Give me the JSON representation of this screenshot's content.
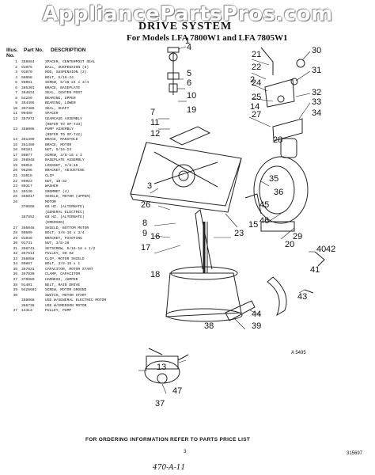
{
  "watermark": "AppliancePartsPros.com",
  "title": "DRIVE SYSTEM",
  "subtitle": "For Models LFA 7800W1 and LFA 7805W1",
  "legend_header": {
    "no": "Illus. No.",
    "part": "Part No.",
    "desc": "DESCRIPTION"
  },
  "legend": [
    {
      "n": "1",
      "p": "358884",
      "d": "SPACER, CENTERPOST SEAL"
    },
    {
      "n": "2",
      "p": "91075",
      "d": "BALL, SUSPENSION (6)"
    },
    {
      "n": "3",
      "p": "91070",
      "d": "ROD, SUSPENSION (3)"
    },
    {
      "n": "4",
      "p": "98068",
      "d": "BOLT, 5/16-24"
    },
    {
      "n": "5",
      "p": "98061",
      "d": "SCREW, 5/16-24 x 3/4"
    },
    {
      "n": "6",
      "p": "385301",
      "d": "BRACE, BASEPLATE"
    },
    {
      "n": "7",
      "p": "384934",
      "d": "SEAL, CENTER POST"
    },
    {
      "n": "8",
      "p": "54259",
      "d": "BEARING, UPPER"
    },
    {
      "n": "9",
      "p": "354495",
      "d": "BEARING, LOWER"
    },
    {
      "n": "10",
      "p": "357489",
      "d": "SEAL, SHAFT"
    },
    {
      "n": "11",
      "p": "90499",
      "d": "SPACER"
    },
    {
      "n": "12",
      "p": "357972",
      "d": "GEARCASE ASSEMBLY"
    },
    {
      "n": "",
      "p": "",
      "d": "(REFER TO SP-743)"
    },
    {
      "n": "13",
      "p": "358006",
      "d": "PUMP ASSEMBLY"
    },
    {
      "n": "",
      "p": "",
      "d": "(REFER TO SP-742)"
    },
    {
      "n": "14",
      "p": "351390",
      "d": "BRACE, MANIFOLD"
    },
    {
      "n": "15",
      "p": "351499",
      "d": "BRACE, MOTOR"
    },
    {
      "n": "16",
      "p": "98101",
      "d": "NUT, 5/16-24"
    },
    {
      "n": "17",
      "p": "90877",
      "d": "SCREW, 3/8-16 x 2"
    },
    {
      "n": "18",
      "p": "358948",
      "d": "BASEPLATE ASSEMBLY"
    },
    {
      "n": "19",
      "p": "96016",
      "d": "LOCKNUT, 3/8-16"
    },
    {
      "n": "20",
      "p": "96296",
      "d": "BRACKET, ADJUSTING"
    },
    {
      "n": "21",
      "p": "34015",
      "d": "CLIP"
    },
    {
      "n": "22",
      "p": "96023",
      "d": "NUT, 10-32"
    },
    {
      "n": "23",
      "p": "90317",
      "d": "WASHER"
    },
    {
      "n": "24",
      "p": "39130",
      "d": "GROMMET (4)"
    },
    {
      "n": "25",
      "p": "356017",
      "d": "SHIELD, MOTOR (UPPER)"
    },
    {
      "n": "26",
      "p": "",
      "d": "MOTOR"
    },
    {
      "n": "",
      "p": "370658",
      "d": "60 HZ. (ALTERNATE)"
    },
    {
      "n": "",
      "p": "",
      "d": "(GENERAL ELECTRIC)"
    },
    {
      "n": "",
      "p": "387852",
      "d": "60 HZ. (ALTERNATE)"
    },
    {
      "n": "",
      "p": "",
      "d": "(EMERSON)"
    },
    {
      "n": "27",
      "p": "356046",
      "d": "SHIELD, BOTTOM MOTOR"
    },
    {
      "n": "28",
      "p": "90509",
      "d": "BOLT, 3/8-16 x 3/4"
    },
    {
      "n": "29",
      "p": "91049",
      "d": "BRACKET, PIVOTING"
    },
    {
      "n": "30",
      "p": "91731",
      "d": "NUT, 3/8-16"
    },
    {
      "n": "31",
      "p": "358741",
      "d": "SETSCREW, 5/16-18 x 1/2"
    },
    {
      "n": "32",
      "p": "357514",
      "d": "PULLEY, 60 HZ"
    },
    {
      "n": "33",
      "p": "356058",
      "d": "CLIP, MOTOR SHIELD"
    },
    {
      "n": "34",
      "p": "90867",
      "d": "BOLT, 3/8-16 x 1"
    },
    {
      "n": "35",
      "p": "357031",
      "d": "CAPACITOR, MOTOR START"
    },
    {
      "n": "36",
      "p": "357030",
      "d": "CLAMP, CAPACITOR"
    },
    {
      "n": "37",
      "p": "370989",
      "d": "HARNESS, JUMPER"
    },
    {
      "n": "38",
      "p": "91401",
      "d": "BELT, MAIN DRIVE"
    },
    {
      "n": "39",
      "p": "9420601",
      "d": "SCREW, MOTOR GROUND"
    },
    {
      "n": "40",
      "p": "",
      "d": "SWITCH, MOTOR START"
    },
    {
      "n": "",
      "p": "368066",
      "d": "USE W/GENERAL ELECTRIC MOTOR"
    },
    {
      "n": "",
      "p": "366738",
      "d": "USE W/EMERSON MOTOR"
    },
    {
      "n": "47",
      "p": "14413",
      "d": "PULLEY, PUMP"
    }
  ],
  "callouts": [
    "1",
    "2",
    "3",
    "4",
    "5",
    "6",
    "7",
    "8",
    "9",
    "10",
    "11",
    "12",
    "13",
    "14",
    "15",
    "16",
    "17",
    "18",
    "19",
    "20",
    "21",
    "22",
    "23",
    "24",
    "25",
    "26",
    "27",
    "28",
    "29",
    "30",
    "31",
    "32",
    "33",
    "34",
    "35",
    "36",
    "37",
    "38",
    "39",
    "40",
    "41",
    "42",
    "43",
    "44",
    "45",
    "46",
    "47"
  ],
  "diagram_code": "A 5495",
  "footer": "FOR ORDERING INFORMATION REFER TO PARTS PRICE LIST",
  "page_number": "3",
  "ref_number": "315697",
  "handwritten_note": "470-A-11"
}
